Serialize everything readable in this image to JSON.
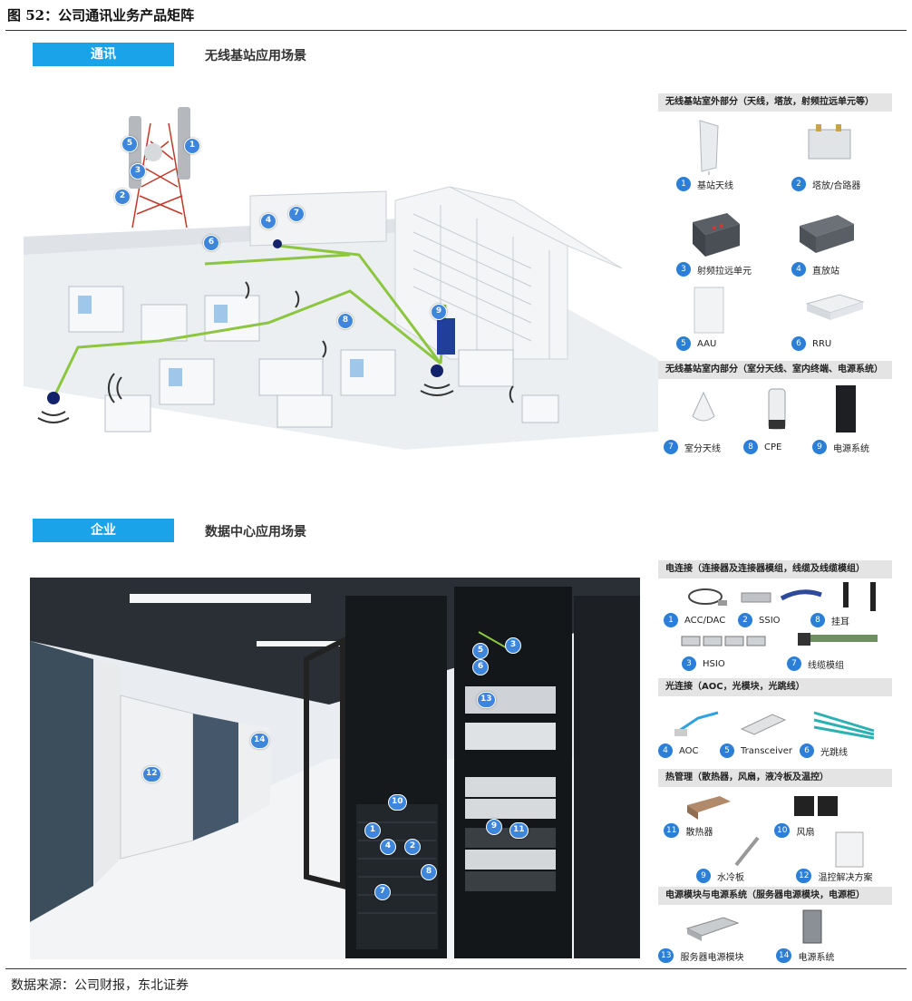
{
  "figure": {
    "title": "图 52：公司通讯业务产品矩阵"
  },
  "telecom": {
    "tag": "通讯",
    "subtitle": "无线基站应用场景",
    "outdoor_header": "无线基站室外部分（天线，塔放，射频拉远单元等）",
    "outdoor_items": [
      {
        "num": "1",
        "label": "基站天线"
      },
      {
        "num": "2",
        "label": "塔放/合路器"
      },
      {
        "num": "3",
        "label": "射频拉远单元"
      },
      {
        "num": "4",
        "label": "直放站"
      },
      {
        "num": "5",
        "label": "AAU"
      },
      {
        "num": "6",
        "label": "RRU"
      }
    ],
    "indoor_header": "无线基站室内部分（室分天线、室内终端、电源系统）",
    "indoor_items": [
      {
        "num": "7",
        "label": "室分天线"
      },
      {
        "num": "8",
        "label": "CPE"
      },
      {
        "num": "9",
        "label": "电源系统"
      }
    ],
    "scene_markers": [
      "1",
      "2",
      "3",
      "5",
      "4",
      "7",
      "6",
      "8",
      "9"
    ]
  },
  "enterprise": {
    "tag": "企业",
    "subtitle": "数据中心应用场景",
    "electrical_header": "电连接（连接器及连接器模组，线缆及线缆模组）",
    "electrical_items": [
      {
        "num": "1",
        "label": "ACC/DAC"
      },
      {
        "num": "2",
        "label": "SSIO"
      },
      {
        "num": "8",
        "label": "挂耳"
      },
      {
        "num": "3",
        "label": "HSIO"
      },
      {
        "num": "7",
        "label": "线缆模组"
      }
    ],
    "optical_header": "光连接（AOC，光模块，光跳线）",
    "optical_items": [
      {
        "num": "4",
        "label": "AOC"
      },
      {
        "num": "5",
        "label": "Transceiver"
      },
      {
        "num": "6",
        "label": "光跳线"
      }
    ],
    "thermal_header": "热管理（散热器，风扇，液冷板及温控）",
    "thermal_items": [
      {
        "num": "11",
        "label": "散热器"
      },
      {
        "num": "10",
        "label": "风扇"
      },
      {
        "num": "9",
        "label": "水冷板"
      },
      {
        "num": "12",
        "label": "温控解决方案"
      }
    ],
    "power_header": "电源模块与电源系统（服务器电源模块，电源柜）",
    "power_items": [
      {
        "num": "13",
        "label": "服务器电源模块"
      },
      {
        "num": "14",
        "label": "电源系统"
      }
    ],
    "scene_markers": [
      "5",
      "3",
      "6",
      "13",
      "14",
      "12",
      "10",
      "1",
      "4",
      "2",
      "8",
      "7",
      "9",
      "11"
    ]
  },
  "source": {
    "text": "数据来源：公司财报，东北证券"
  },
  "colors": {
    "accent": "#1aa3e8",
    "marker": "#3d86dc",
    "link_line": "#8cc63f",
    "header_bg": "#e4e4e4"
  }
}
